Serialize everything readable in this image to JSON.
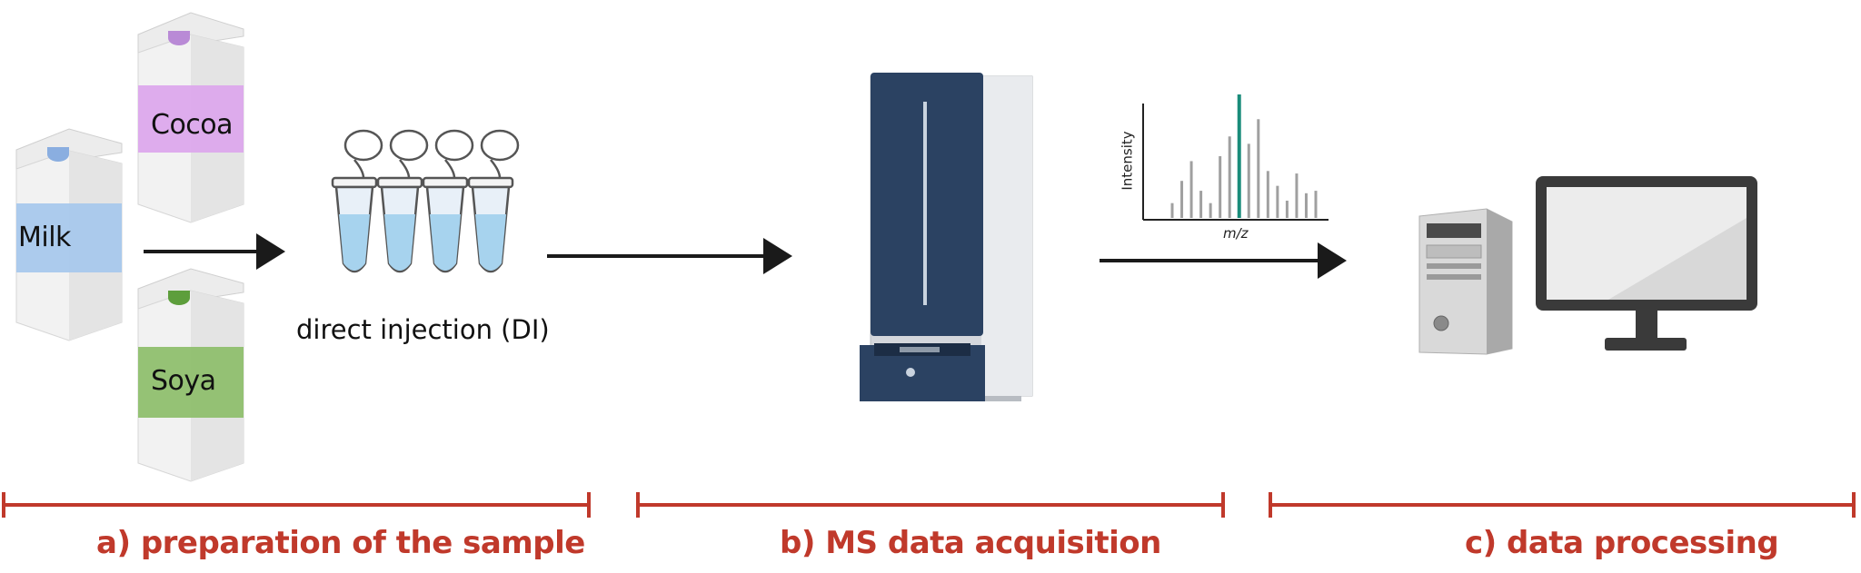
{
  "colors": {
    "accent": "#c0392b",
    "arrow": "#1a1a1a",
    "milk_band": "#a8c8ec",
    "cocoa_band": "#dca8ec",
    "soya_band": "#8fbf6e",
    "instrument": "#2b4262",
    "peak_highlight": "#1a8c7a"
  },
  "cartons": [
    {
      "label": "Milk",
      "icon": "milk-carton-icon"
    },
    {
      "label": "Cocoa",
      "icon": "milk-carton-icon"
    },
    {
      "label": "Soya",
      "icon": "milk-carton-icon"
    }
  ],
  "step_caption": "direct injection (DI)",
  "spectrum": {
    "ylabel": "Intensity",
    "xlabel": "m/z",
    "peaks": [
      0.12,
      0.3,
      0.46,
      0.22,
      0.12,
      0.5,
      0.66,
      1.0,
      0.6,
      0.8,
      0.38,
      0.26,
      0.14,
      0.36,
      0.2,
      0.22
    ],
    "highlight_index": 7
  },
  "sections": [
    {
      "label": "a) preparation of the sample"
    },
    {
      "label": "b) MS data acquisition"
    },
    {
      "label": "c) data processing"
    }
  ]
}
